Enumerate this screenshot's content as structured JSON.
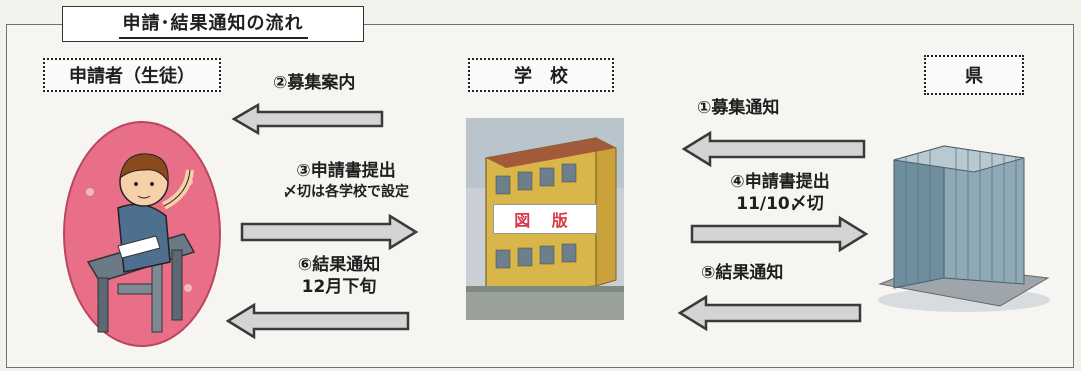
{
  "title": "申請･結果通知の流れ",
  "labels": {
    "applicant": "申請者（生徒）",
    "school": "学校",
    "prefecture": "県"
  },
  "steps": {
    "s1": "①募集通知",
    "s2": "②募集案内",
    "s3": "③申請書提出",
    "s3_note": "〆切は各学校で設定",
    "s4": "④申請書提出",
    "s4_note": "11/10〆切",
    "s5": "⑤結果通知",
    "s6": "⑥結果通知",
    "s6_note": "12月下旬"
  },
  "school_sign": "図 版",
  "colors": {
    "arrow_fill": "#d4d4d4",
    "arrow_stroke": "#3a3a3a",
    "egg": "#e96f88",
    "building_glass": "#8fa9b6",
    "school_wall": "#d8b64a"
  }
}
